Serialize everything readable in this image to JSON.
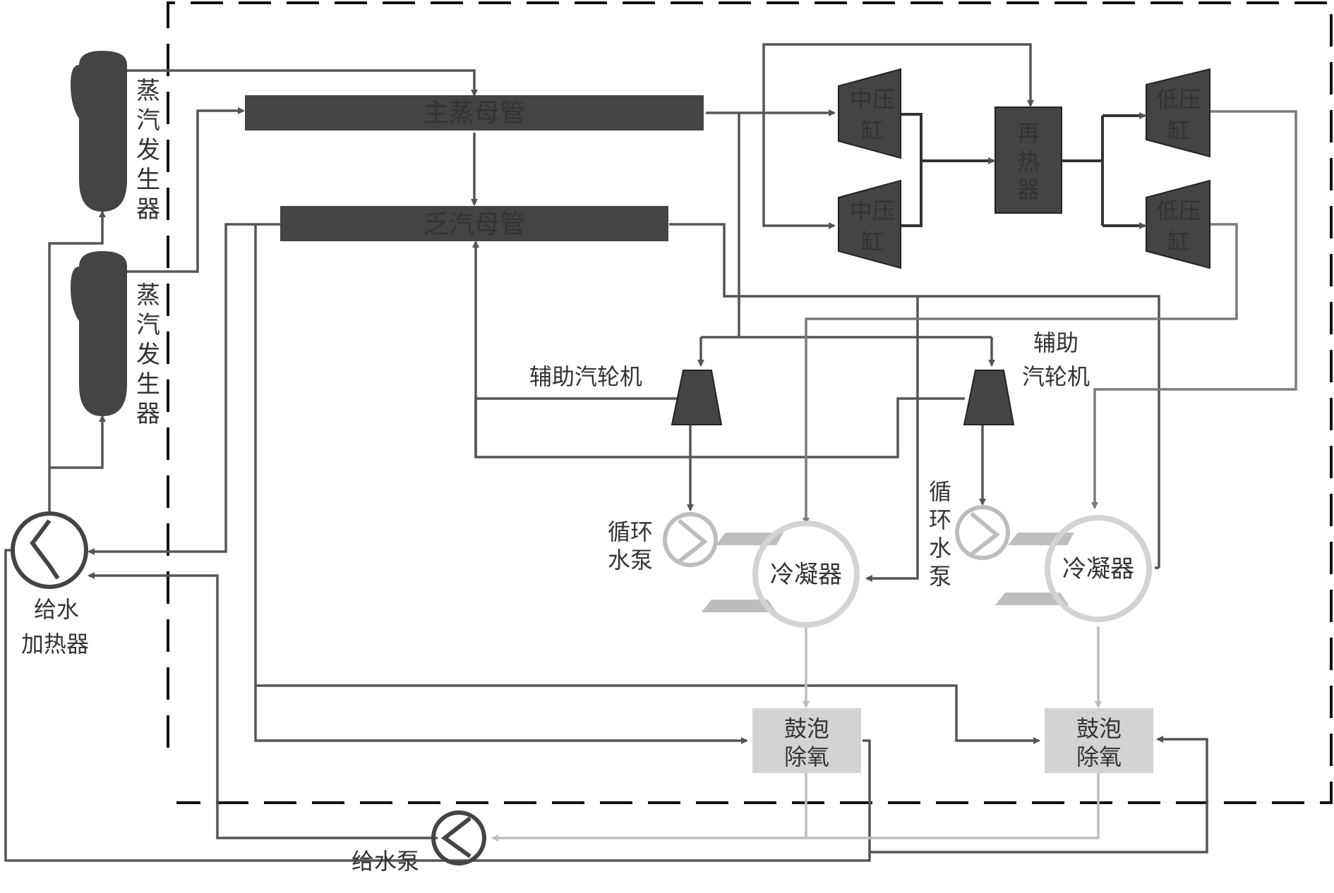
{
  "colors": {
    "dark": "#444444",
    "line": "#555555",
    "mid": "#7a7a7a",
    "light": "#bdbdbd",
    "lightFill": "#d3d3d3",
    "text": "#333333"
  },
  "headers": {
    "main_steam": "主蒸母管",
    "exhaust_steam": "乏汽母管"
  },
  "steam_generator": {
    "label_chars": [
      "蒸",
      "汽",
      "发",
      "生",
      "器"
    ]
  },
  "turbines": {
    "ip_chars": [
      "中压",
      "缸"
    ],
    "lp_chars": [
      "低压",
      "缸"
    ],
    "reheater_chars": [
      "再",
      "热",
      "器"
    ]
  },
  "aux_turbine": {
    "left_label": "辅助汽轮机",
    "right_label_line1": "辅助",
    "right_label_line2": "汽轮机"
  },
  "circ_pump": {
    "left_line1": "循环",
    "left_line2": "水泵",
    "right_chars": [
      "循",
      "环",
      "水",
      "泵"
    ]
  },
  "condenser": {
    "label": "冷凝器"
  },
  "deaerator": {
    "line1": "鼓泡",
    "line2": "除氧"
  },
  "feed_heater": {
    "line1": "给水",
    "line2": "加热器"
  },
  "feed_pump": {
    "label": "给水泵"
  }
}
